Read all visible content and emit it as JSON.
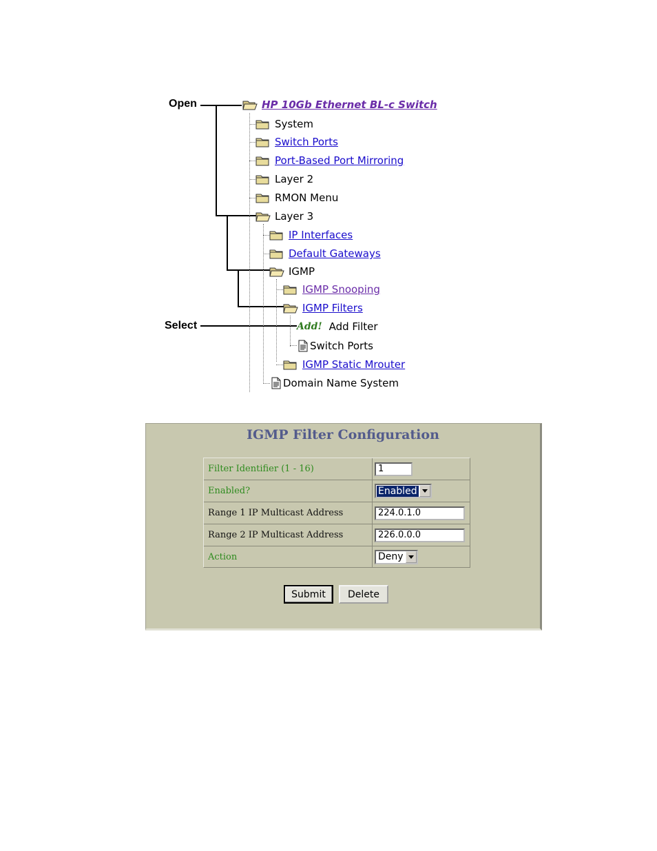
{
  "callouts": {
    "open": "Open",
    "select": "Select"
  },
  "tree": {
    "root": "HP 10Gb Ethernet BL-c Switch",
    "system": "System",
    "switch_ports": "Switch Ports",
    "port_mirroring": "Port-Based Port Mirroring",
    "layer2": "Layer 2",
    "rmon": "RMON Menu",
    "layer3": "Layer 3",
    "ip_interfaces": "IP Interfaces",
    "default_gateways": "Default Gateways",
    "igmp": "IGMP",
    "igmp_snooping": "IGMP Snooping",
    "igmp_filters": "IGMP Filters",
    "add_tag": "Add!",
    "add_filter": "Add Filter",
    "filter_switch_ports": "Switch Ports",
    "igmp_static_mrouter": "IGMP Static Mrouter",
    "dns": "Domain Name System"
  },
  "form": {
    "title": "IGMP Filter Configuration",
    "filter_id_label": "Filter Identifier (1 - 16)",
    "filter_id_value": "1",
    "enabled_label": "Enabled?",
    "enabled_value": "Enabled",
    "range1_label": "Range 1 IP Multicast Address",
    "range1_value": "224.0.1.0",
    "range2_label": "Range 2 IP Multicast Address",
    "range2_value": "226.0.0.0",
    "action_label": "Action",
    "action_value": "Deny",
    "submit": "Submit",
    "delete": "Delete"
  },
  "colors": {
    "panel_bg": "#c8c8af",
    "title": "#535b8c",
    "green_label": "#2e8b1e",
    "link": "#1a0dcc",
    "visited": "#6a2ca8"
  }
}
